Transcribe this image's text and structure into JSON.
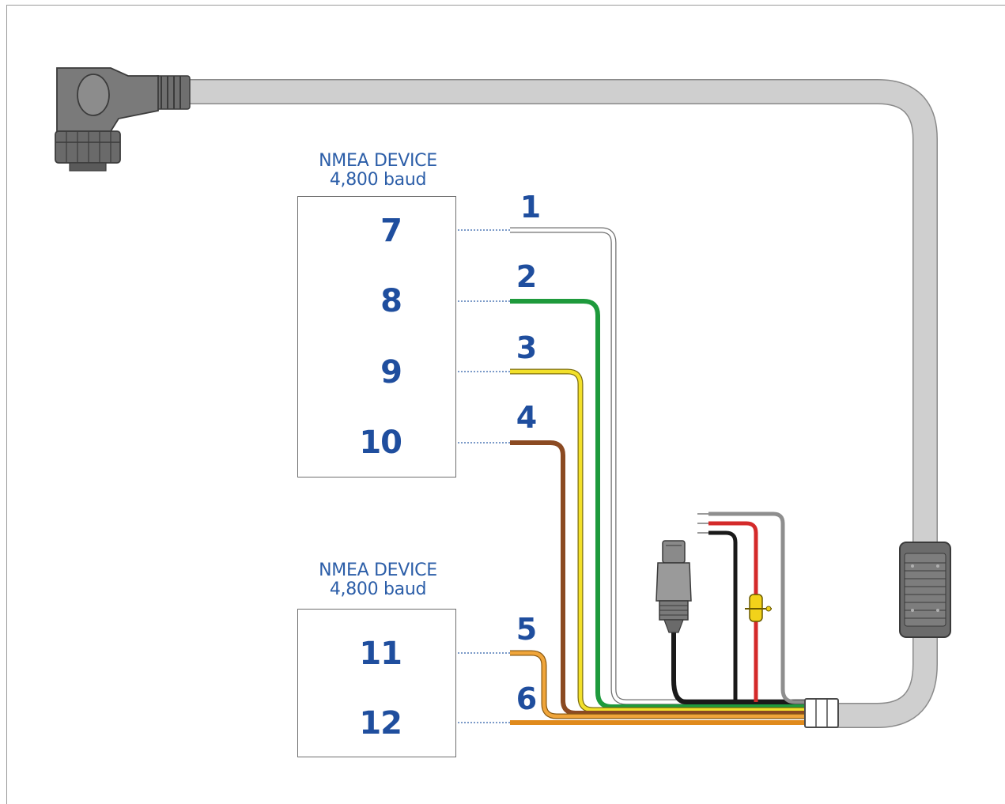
{
  "devices": [
    {
      "title_line1": "NMEA DEVICE",
      "title_line2": "4,800 baud",
      "pins": [
        "7",
        "8",
        "9",
        "10"
      ]
    },
    {
      "title_line1": "NMEA DEVICE",
      "title_line2": "4,800 baud",
      "pins": [
        "11",
        "12"
      ]
    }
  ],
  "wires": [
    {
      "label": "1",
      "color": "#ffffff"
    },
    {
      "label": "2",
      "color": "#1e9a3c"
    },
    {
      "label": "3",
      "color": "#f2e02a"
    },
    {
      "label": "4",
      "color": "#8b4a22"
    },
    {
      "label": "5",
      "color": "#f0a53a"
    },
    {
      "label": "6",
      "color": "#e08a1c"
    }
  ],
  "colors": {
    "label_blue": "#1f4e9e",
    "title_blue": "#2c5ea8",
    "cable_gray": "#c8c8c8",
    "power_red": "#d42a2a",
    "power_black": "#1a1a1a",
    "fuse_yellow": "#f2d21a"
  },
  "icons": [
    "right-angle-connector-icon",
    "ferrite-core-icon",
    "cable-junction-icon",
    "bnc-connector-icon",
    "inline-fuse-icon"
  ]
}
